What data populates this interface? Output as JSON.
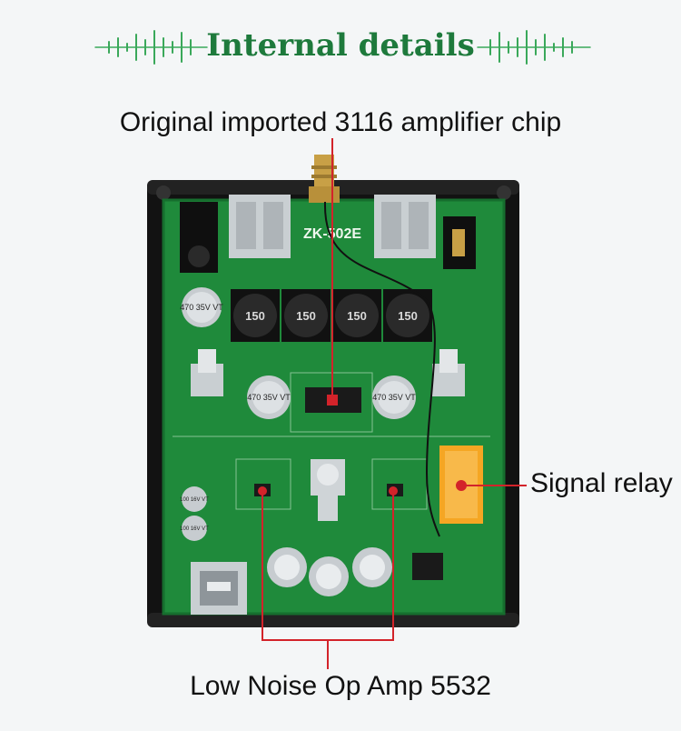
{
  "header": {
    "title": "Internal details"
  },
  "callouts": {
    "amplifier_chip": "Original imported 3116 amplifier chip",
    "signal_relay": "Signal relay",
    "op_amp": "Low Noise Op Amp 5532"
  },
  "board": {
    "model": "ZK-502E",
    "inductor_marking": "150",
    "large_cap_marking": "470 35V VT",
    "small_cap_marking": "100 16V VT"
  },
  "colors": {
    "accent": "#1e7a3c",
    "leader": "#d3232a",
    "pcb": "#1f8a3b",
    "case": "#151515",
    "relay": "#f5a623"
  }
}
